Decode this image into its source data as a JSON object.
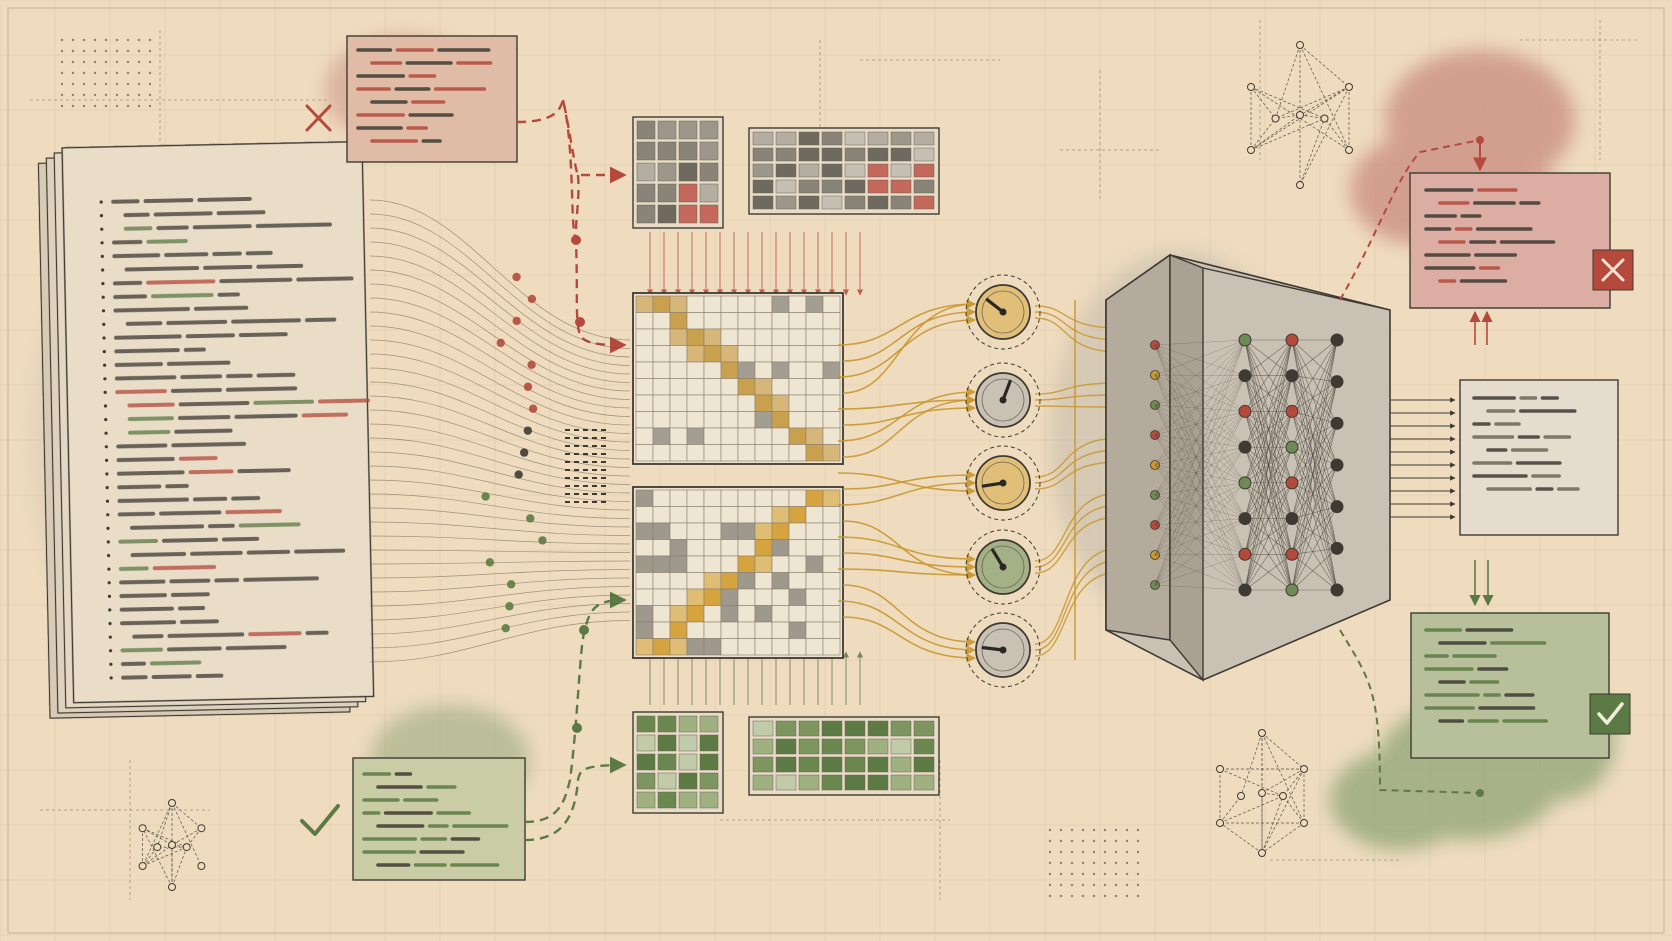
{
  "palette": {
    "paper": "#efdcbf",
    "ink": "#3e3a33",
    "grid": "#cdb89a",
    "gray_wash": "#b8b0a3",
    "red": "#b54a3c",
    "red_wash": "#c98b7f",
    "green": "#5c7a44",
    "green_wash": "#8fa476",
    "gold": "#d4a23a",
    "gold_wash": "#e2bf78"
  },
  "status_marks": {
    "rejected": "cross-icon",
    "accepted": "check-icon"
  },
  "diagram": {
    "left_document_lines": 36,
    "dial_levels": [
      0.3,
      0.58,
      0.12,
      0.38,
      0.18
    ],
    "hidden_layers": [
      8,
      8,
      7
    ],
    "matrix_upper_grid": [
      12,
      10
    ],
    "matrix_lower_grid": [
      12,
      10
    ]
  }
}
